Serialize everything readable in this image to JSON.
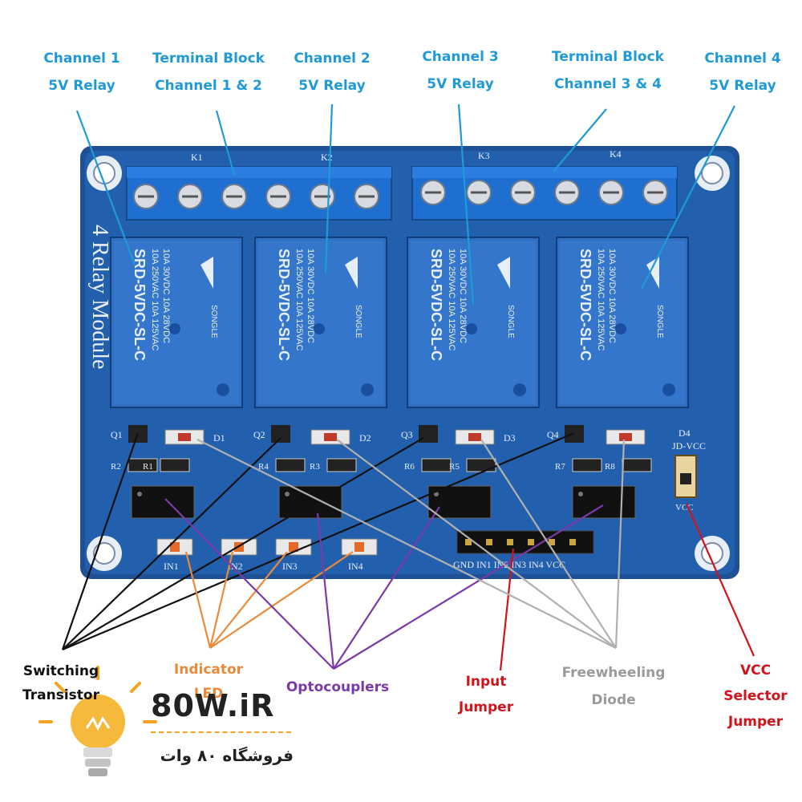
{
  "labels": {
    "channel1": [
      "Channel 1",
      "5V Relay"
    ],
    "terminal12": [
      "Terminal Block",
      "Channel 1 & 2"
    ],
    "channel2": [
      "Channel 2",
      "5V Relay"
    ],
    "channel3": [
      "Channel 3",
      "5V Relay"
    ],
    "terminal34": [
      "Terminal Block",
      "Channel 3 & 4"
    ],
    "channel4": [
      "Channel 4",
      "5V Relay"
    ],
    "switching": [
      "Switching",
      "Transistor"
    ],
    "indicator": [
      "Indicator",
      "LED"
    ],
    "optocouplers": "Optocouplers",
    "input_jumper": [
      "Input",
      "Jumper"
    ],
    "freewheeling": [
      "Freewheeling",
      "Diode"
    ],
    "vcc_selector": [
      "VCC",
      "Selector",
      "Jumper"
    ]
  },
  "board": {
    "module_title": "4 Relay Module",
    "relay_labels": [
      "K1",
      "K2",
      "K3",
      "K4"
    ],
    "relay_text": {
      "line1": "SRD-5VDC-SL-C",
      "line2": "10A 250VAC  10A 125VAC",
      "line3": "10A 30VDC  10A 28VDC",
      "brand": "SONGLE"
    },
    "transistor_labels": [
      "Q1",
      "Q2",
      "Q3",
      "Q4"
    ],
    "diode_labels": [
      "D1",
      "D2",
      "D3",
      "D4"
    ],
    "resistor_labels": [
      "R2",
      "R1",
      "R4",
      "R3",
      "R6",
      "R5",
      "R7",
      "R8"
    ],
    "led_labels": [
      "IN1",
      "IN2",
      "IN3",
      "IN4"
    ],
    "header_pins": "GND IN1 IN2 IN3 IN4 VCC",
    "jumper_label": "JD-VCC",
    "jumper_pin": "VCC"
  },
  "logo": {
    "main": "80W.iR",
    "sub": "فروشگاه ۸۰ وات"
  },
  "colors": {
    "board": "#1f5aa6",
    "relay": "#2f6fc4",
    "terminal": "#1f6fd0",
    "blue_label": "#1f9ad6",
    "black": "#111111",
    "orange": "#e88a3a",
    "purple": "#7a3aa8",
    "red": "#d0141c",
    "grey": "#9a9a9a",
    "logo_accent": "#f2a420"
  }
}
